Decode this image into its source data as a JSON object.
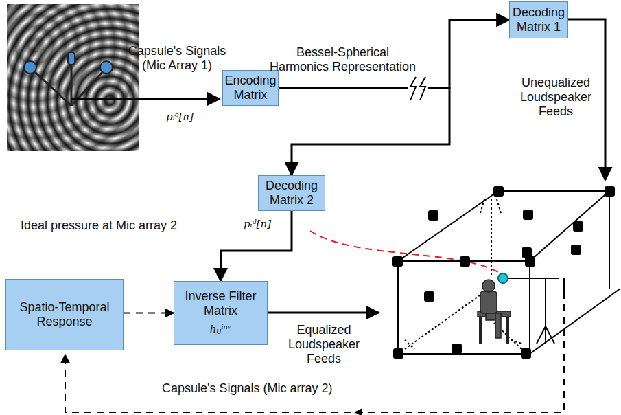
{
  "diagram": {
    "nodes": [
      {
        "text": [
          "Encoding Matrix"
        ]
      },
      {
        "text": [
          "Decoding Matrix 1"
        ]
      },
      {
        "text": [
          "Decoding Matrix 2"
        ]
      },
      {
        "text": [
          "Spatio-Temporal Response"
        ]
      },
      {
        "text": [
          "Inverse Filter Matrix",
          "hᵢⱼⁱⁿᵛ"
        ]
      }
    ],
    "edges": [
      {
        "from": 0,
        "to": 1,
        "label": "Bessel-Spherical Harmonics Representation",
        "arrow": "to"
      },
      {
        "from": 0,
        "to": 2,
        "arrow": "to"
      },
      {
        "from": 2,
        "to": 4,
        "arrow": "to"
      },
      {
        "from": 3,
        "to": 4,
        "arrow": "to"
      }
    ],
    "labels": [
      "Capsule's Signals (Mic Array 1)",
      "pᵢᵒ[n]",
      "Unequalized Loudspeaker Feeds",
      "Ideal pressure at Mic array 2",
      "pᵢᵈ[n]",
      "Equalized Loudspeaker Feeds",
      "Capsule's Signals (Mic array 2)"
    ]
  }
}
